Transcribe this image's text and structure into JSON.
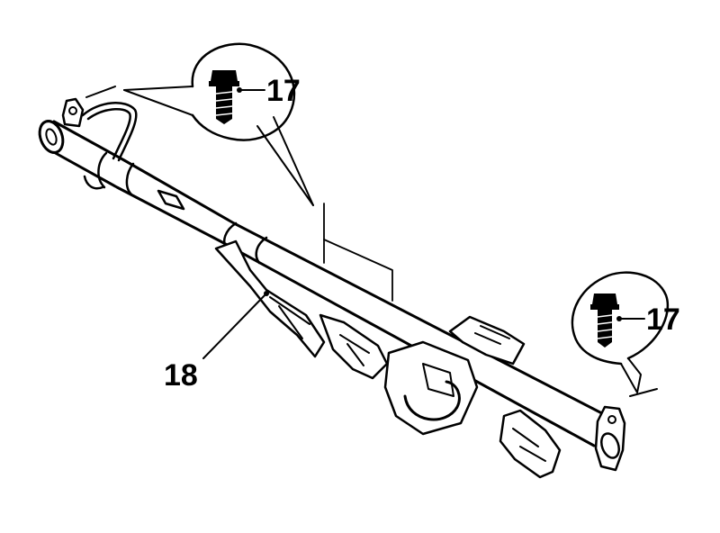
{
  "callouts": {
    "bolt_top_label": "17",
    "bolt_right_label": "17",
    "part_label": "18"
  },
  "colors": {
    "ink": "#000000",
    "background": "#ffffff"
  }
}
